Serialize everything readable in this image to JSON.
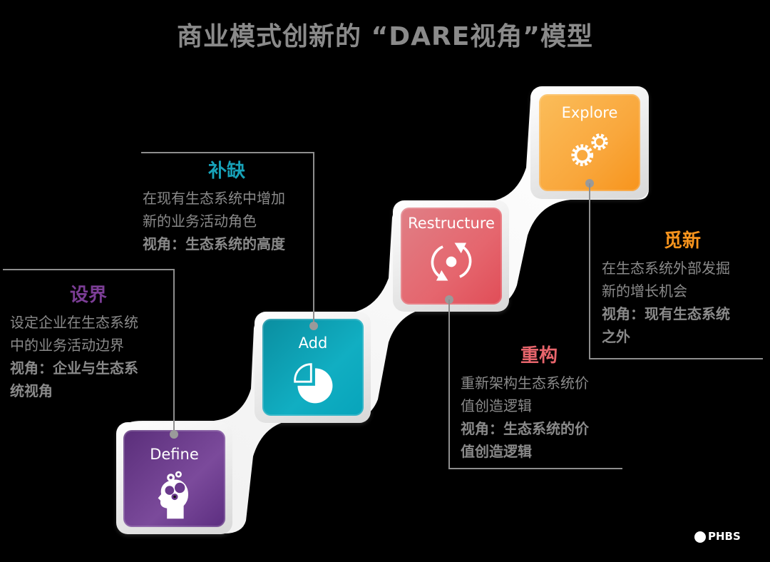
{
  "title": "商业模式创新的 “DARE视角”模型",
  "steps": [
    {
      "key": "define",
      "label": "Define",
      "icon": "head-gears-icon",
      "color": "#6a3a8c",
      "heading": "设界",
      "heading_color": "#7b3d95",
      "desc_lines": [
        "设定企业在生态系统",
        "中的业务活动边界"
      ],
      "view_lines": [
        "视角：企业与生态系",
        "统视角"
      ]
    },
    {
      "key": "add",
      "label": "Add",
      "icon": "pie-chart-icon",
      "color": "#0fa6bb",
      "heading": "补缺",
      "heading_color": "#17a2b8",
      "desc_lines": [
        "在现有生态系统中增加",
        "新的业务活动角色"
      ],
      "view_lines": [
        "视角：生态系统的高度"
      ]
    },
    {
      "key": "restructure",
      "label": "Restructure",
      "icon": "cycle-arrows-icon",
      "color": "#e3606a",
      "heading": "重构",
      "heading_color": "#e8656c",
      "desc_lines": [
        "重新架构生态系统价",
        "值创造逻辑"
      ],
      "view_lines": [
        "视角：生态系统的价",
        "值创造逻辑"
      ]
    },
    {
      "key": "explore",
      "label": "Explore",
      "icon": "gears-icon",
      "color": "#f9a63a",
      "heading": "觅新",
      "heading_color": "#f7941d",
      "desc_lines": [
        "在生态系统外部发掘",
        "新的增长机会"
      ],
      "view_lines": [
        "视角：现有生态系统",
        "之外"
      ]
    }
  ],
  "logo": {
    "text": "PHBS"
  }
}
